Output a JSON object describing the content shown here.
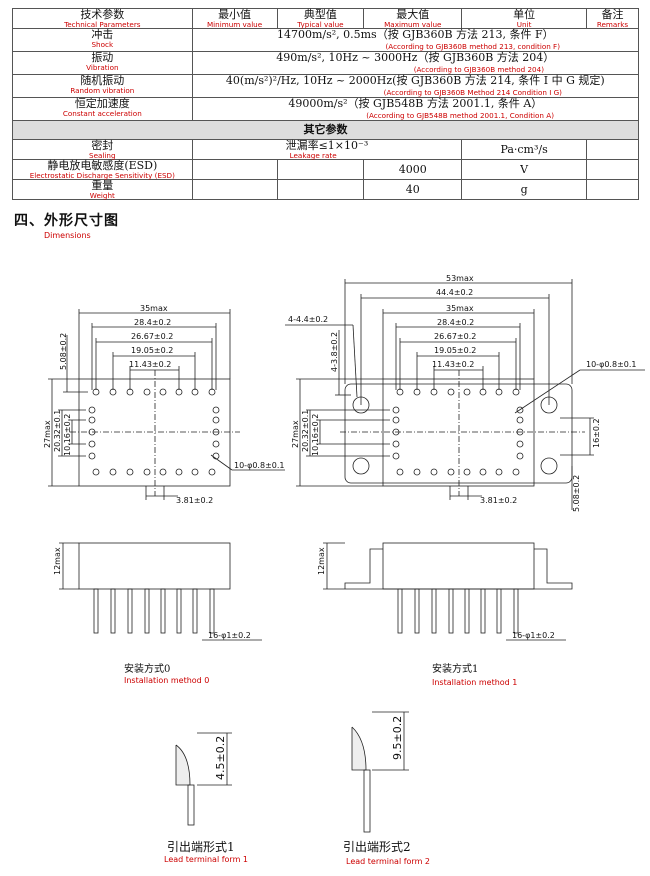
{
  "table": {
    "headers": [
      {
        "zh": "技术参数",
        "en": "Technical Parameters"
      },
      {
        "zh": "最小值",
        "en": "Minimum value"
      },
      {
        "zh": "典型值",
        "en": "Typical value"
      },
      {
        "zh": "最大值",
        "en": "Maximum value"
      },
      {
        "zh": "单位",
        "en": "Unit"
      },
      {
        "zh": "备注",
        "en": "Remarks"
      }
    ],
    "rows": [
      {
        "zh": "冲击",
        "en": "Shock",
        "value": "14700m/s², 0.5ms（按 GJB360B 方法 213, 条件 F）",
        "value_en": "(According to GJB360B method 213, condition F)"
      },
      {
        "zh": "振动",
        "en": "Vibration",
        "value": "490m/s², 10Hz ~ 3000Hz（按 GJB360B 方法 204）",
        "value_en": "(According to GJB360B method 204)"
      },
      {
        "zh": "随机振动",
        "en": "Random vibration",
        "value": "40(m/s²)²/Hz, 10Hz ~ 2000Hz(按 GJB360B 方法 214, 条件 I 中 G 规定)",
        "value_en": "(According to GJB360B Method 214 Condition I G)"
      },
      {
        "zh": "恒定加速度",
        "en": "Constant acceleration",
        "value": "49000m/s²（按 GJB548B 方法 2001.1, 条件 A）",
        "value_en": "(According to GJB548B method 2001.1, Condition A)"
      }
    ],
    "section": "其它参数",
    "other": [
      {
        "zh": "密封",
        "en": "Sealing",
        "value": "泄漏率≤1×10⁻³",
        "value_en": "Leakage rate",
        "unit": "Pa·cm³/s"
      },
      {
        "zh": "静电放电敏感度(ESD)",
        "en": "Electrostatic Discharge Sensitivity (ESD)",
        "value": "4000",
        "unit": "V"
      },
      {
        "zh": "重量",
        "en": "Weight",
        "value": "40",
        "unit": "g"
      }
    ]
  },
  "heading": {
    "zh": "四、外形尺寸图",
    "en": "Dimensions"
  },
  "drawing_left": {
    "dims": [
      "35max",
      "28.4±0.2",
      "26.67±0.2",
      "19.05±0.2",
      "11.43±0.2",
      "5.08±0.2",
      "27max",
      "20.32±0.1",
      "10.16±0.2",
      "10-φ0.8±0.1",
      "3.81±0.2",
      "12max",
      "16-φ1±0.2"
    ],
    "caption_zh": "安装方式0",
    "caption_en": "Installation method 0"
  },
  "drawing_right": {
    "dims": [
      "53max",
      "44.4±0.2",
      "35max",
      "28.4±0.2",
      "26.67±0.2",
      "19.05±0.2",
      "11.43±0.2",
      "4-4.4±0.2",
      "4-3.8±0.2",
      "27max",
      "20.32±0.1",
      "10.16±0.2",
      "10-φ0.8±0.1",
      "16±0.2",
      "5.08±0.2",
      "3.81±0.2",
      "12max",
      "16-φ1±0.2"
    ],
    "caption_zh": "安装方式1",
    "caption_en": "Installation method 1"
  },
  "lead_forms": [
    {
      "dim": "4.5±0.2",
      "caption_zh": "引出端形式1",
      "caption_en": "Lead terminal form 1"
    },
    {
      "dim": "9.5±0.2",
      "caption_zh": "引出端形式2",
      "caption_en": "Lead terminal form 2"
    }
  ]
}
